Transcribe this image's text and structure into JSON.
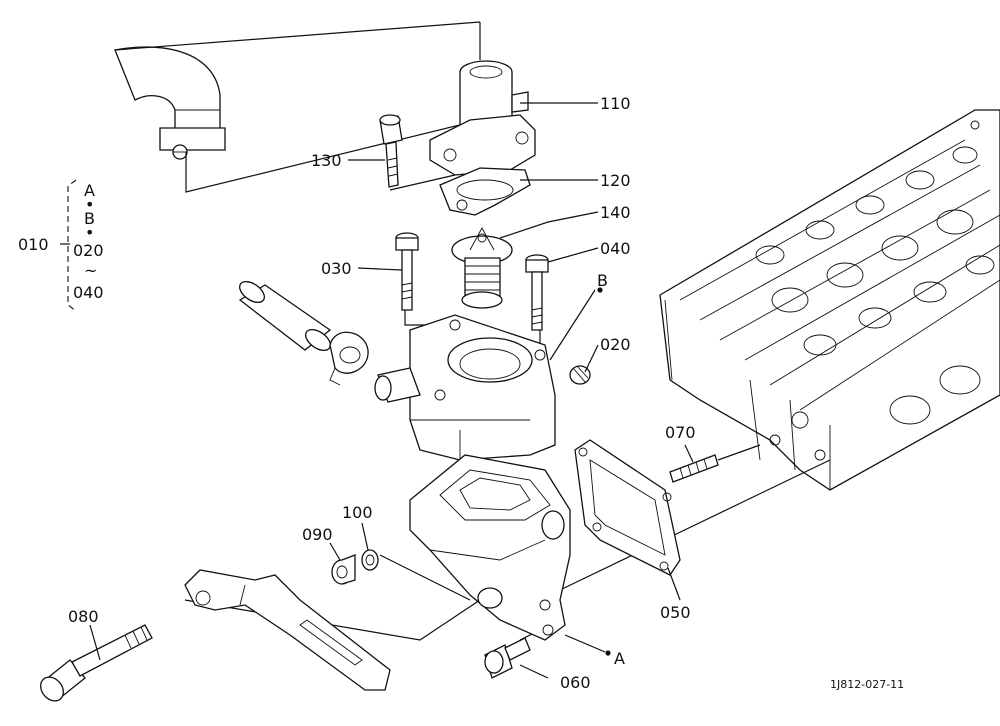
{
  "diagram": {
    "callouts": {
      "p010": "010",
      "p020": "020",
      "p030": "030",
      "p040": "040",
      "p050": "050",
      "p060": "060",
      "p070": "070",
      "p080": "080",
      "p090": "090",
      "p100": "100",
      "p110": "110",
      "p120": "120",
      "p130": "130",
      "p140": "140"
    },
    "ref_marks": {
      "a": "A",
      "b": "B"
    },
    "assembly_group": {
      "line1": "A",
      "dot1": "•",
      "line2": "B",
      "dot2": "•",
      "line3": "020",
      "tilde": "~",
      "line4": "040"
    },
    "drawing_code": "1J812-027-11"
  }
}
